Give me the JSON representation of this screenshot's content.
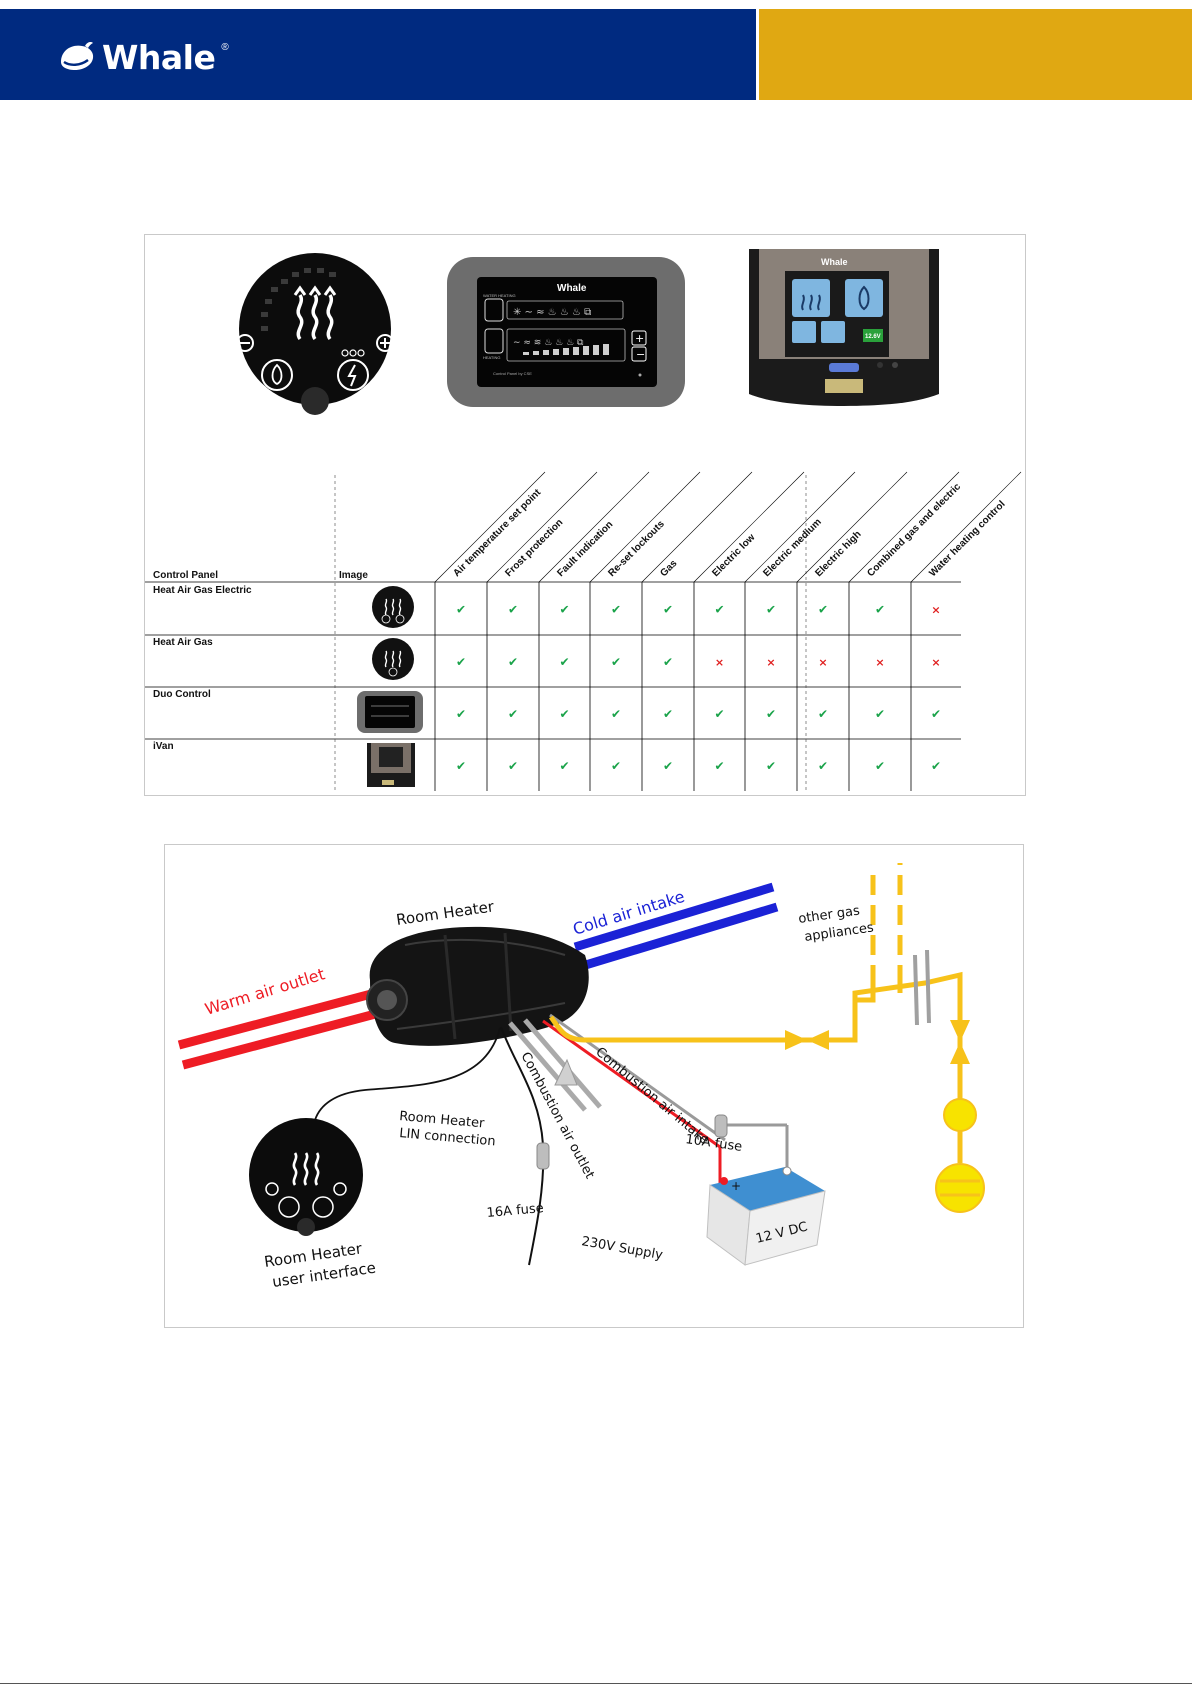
{
  "header": {
    "brand": "Whale",
    "reg_mark": "®",
    "colors": {
      "blue": "#002a80",
      "gold": "#e0a812"
    }
  },
  "panels_table": {
    "col_control_panel": "Control Panel",
    "col_image": "Image",
    "features": [
      "Air temperature set point",
      "Frost protection",
      "Fault indication",
      "Re-set lockouts",
      "Gas",
      "Electric low",
      "Electric medium",
      "Electric high",
      "Combined gas and electric",
      "Water heating control"
    ],
    "rows": [
      {
        "name": "Heat Air Gas Electric",
        "image": "round-panel-gas-electric",
        "support": [
          true,
          true,
          true,
          true,
          true,
          true,
          true,
          true,
          true,
          false
        ]
      },
      {
        "name": "Heat Air Gas",
        "image": "round-panel-gas",
        "support": [
          true,
          true,
          true,
          true,
          true,
          false,
          false,
          false,
          false,
          false
        ]
      },
      {
        "name": "Duo Control",
        "image": "duo-control-panel",
        "support": [
          true,
          true,
          true,
          true,
          true,
          true,
          true,
          true,
          true,
          true
        ]
      },
      {
        "name": "iVan",
        "image": "ivan-panel",
        "support": [
          true,
          true,
          true,
          true,
          true,
          true,
          true,
          true,
          true,
          true
        ]
      }
    ],
    "symbols": {
      "yes": "✔",
      "no": "×"
    }
  },
  "panel_images": {
    "duo": {
      "brand": "Whale",
      "water_label": "WATER HEATING",
      "heating_label": "HEATING",
      "footer": "Control Panel by CSE"
    },
    "ivan": {
      "brand": "Whale",
      "badge": "12.6V"
    }
  },
  "diagram": {
    "labels": {
      "room_heater": "Room Heater",
      "cold_air_intake": "Cold air intake",
      "warm_air_outlet": "Warm air outlet",
      "other_gas_1": "other gas",
      "other_gas_2": "appliances",
      "combustion_outlet": "Combustion air outlet",
      "combustion_intake": "Combustion air intake",
      "lin_1": "Room Heater",
      "lin_2": "LIN connection",
      "fuse_16": "16A fuse",
      "supply_230": "230V Supply",
      "fuse_10": "10A fuse",
      "battery": "12 V DC",
      "ui_1": "Room Heater",
      "ui_2": "user interface"
    },
    "colors": {
      "warm": "#ee1c24",
      "cold": "#1b22d6",
      "gas": "#f7c21a",
      "black": "#111111"
    }
  }
}
